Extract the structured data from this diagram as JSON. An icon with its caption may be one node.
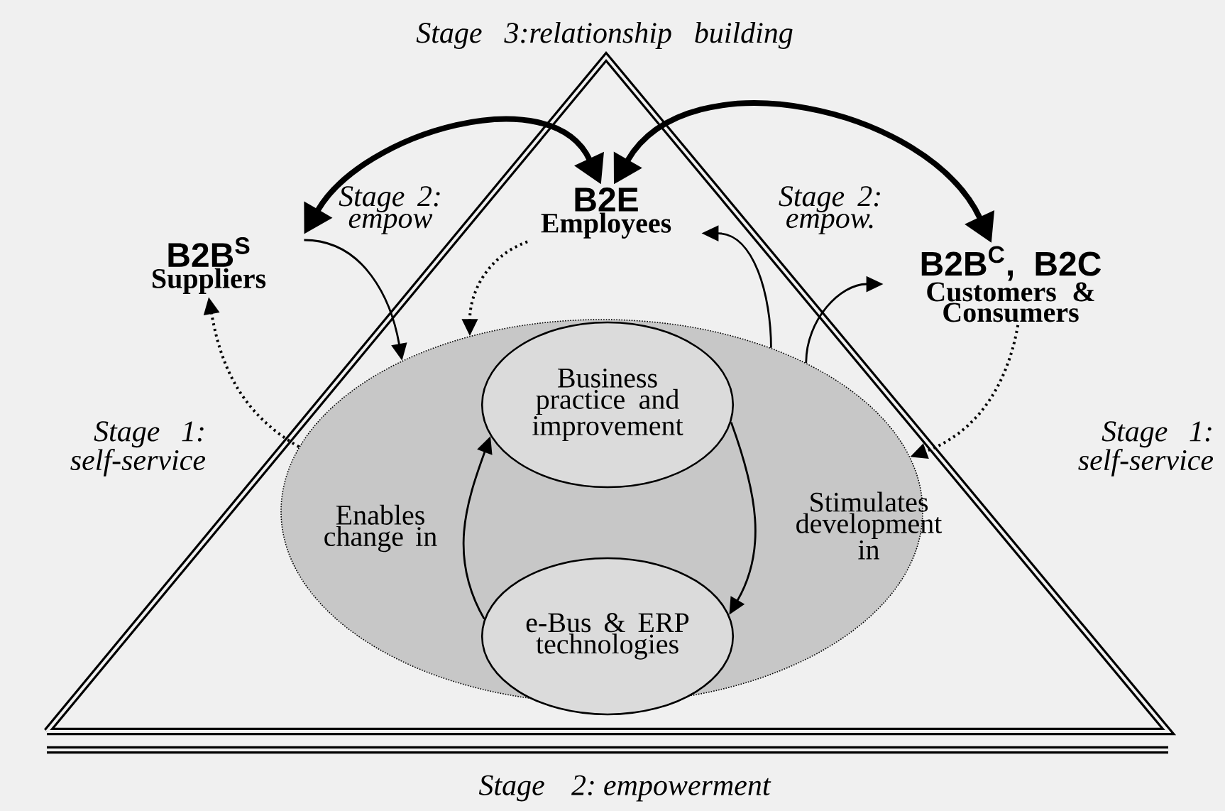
{
  "diagram": {
    "nodes": [
      {
        "text": [
          "B2B$^{S}$",
          "Suppliers"
        ]
      },
      {
        "text": [
          "B2E",
          "Employees"
        ]
      },
      {
        "text": [
          "B2B$^{C}$, B2C",
          "Customers & Consumers"
        ]
      },
      {
        "text": [],
        "shape": "ellipse"
      },
      {
        "text": [
          "Business practice and improvement"
        ],
        "in": 3
      },
      {
        "text": [
          "e-Bus & ERP technologies"
        ],
        "in": 3
      }
    ],
    "edges": [
      {
        "from": 1,
        "to": 0,
        "arrow": "both",
        "style": "thick"
      },
      {
        "from": 1,
        "to": 2,
        "arrow": "both",
        "style": "thick"
      },
      {
        "from": 0,
        "to": 3,
        "arrow": "to"
      },
      {
        "from": 1,
        "to": 3,
        "arrow": "to",
        "style": "dashed"
      },
      {
        "from": 3,
        "to": 1,
        "arrow": "to"
      },
      {
        "from": 3,
        "to": 2,
        "arrow": "to"
      },
      {
        "from": 3,
        "to": 0,
        "arrow": "to",
        "style": "dashed"
      },
      {
        "from": 2,
        "to": 3,
        "arrow": "to",
        "style": "dashed"
      },
      {
        "from": 5,
        "to": 4,
        "arrow": "to",
        "label": "Enables change in"
      },
      {
        "from": 4,
        "to": 5,
        "arrow": "to",
        "label": "Stimulates development in"
      }
    ],
    "labels": [
      "Stage 3:relationship building",
      "Stage 2: empow",
      "Stage 2: empow.",
      "Stage 1: self-service",
      "Stage 1: self-service",
      "Stage 2: empowerment"
    ]
  }
}
